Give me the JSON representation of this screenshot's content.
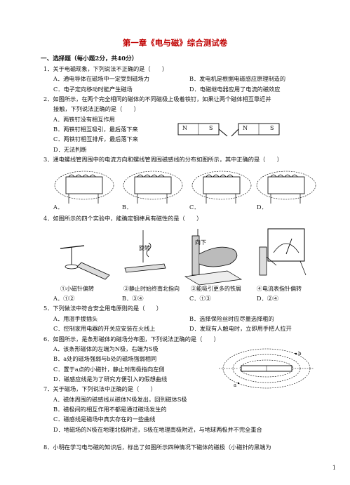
{
  "title": "第一章《电与磁》综合测试卷",
  "section1": "一、选择题（每小题2分，共40分）",
  "q1": {
    "stem": "1．关于电磁现象，下列说法不正确的是（　　）",
    "A": "A．通电导体在磁场中一定受到磁场力",
    "B": "B．发电机是根据电磁感应原理制造的",
    "C": "C．电子定向移动时能产生磁场",
    "D": "D．电磁继电器应用了电流的磁效应"
  },
  "q2": {
    "stem1": "2．如图所示，在两个完全相同的磁体的不同磁极上吸着铁钉，如果让两个磁体相互靠近并",
    "stem2": "接触，下列说法正确的是（　　）",
    "A": "A．两铁钉没有相互作用",
    "B": "B．两铁钉相互吸引，最后落下来",
    "C": "C．两铁钉相互排斥，最后落下来",
    "D": "D．无法判断",
    "magnet1_n": "N",
    "magnet1_s": "S",
    "magnet2_n": "N",
    "magnet2_s": "S"
  },
  "q3": {
    "stem": "3．通电螺线管周围中的电流方向和螺线管周围磁感线的分布如图所示，其中正确的是（　　）",
    "A": "A．",
    "B": "B．",
    "C": "C．",
    "D": "D．"
  },
  "q4": {
    "stem": "4．如图所示的四个实验中，能确定钢棒具有磁性的是（　　）",
    "A": "A．①②",
    "B": "B．③④",
    "C": "C．①③",
    "D": "D．②④",
    "cap1": "①小磁针偏转",
    "cap2": "②静止时始终南北指向",
    "cap3": "③能吸引更多的铁屑",
    "cap4": "④电流表指针偏转",
    "label_spin": "旋转",
    "label_dir": "向下"
  },
  "q5": {
    "stem": "5．下列做法中符合安全用电原则的是（　　）",
    "A": "A．用湿手拔插头",
    "B": "B．选择保险丝时应尽量选择粗的",
    "C": "C．控制家用电器的开关应安装在火线上",
    "D": "D．发现有人触电时，立即用手把人拉开"
  },
  "q6": {
    "stem": "6．如图所示，是条形磁体的磁场分布图，下列说法正确的是（　　）",
    "A": "A．该条形磁体的左端为N极，右端为S极",
    "B": "B．a处的磁场强弱与b处的磁场强弱相同",
    "C": "C．置于a点的小磁针，静止时南极指向左侧",
    "D": "D．磁感应线是为了研究方便引入的假想曲线",
    "point_a": "a",
    "point_b": "b"
  },
  "q7": {
    "stem": "7．关于磁场，下列说法中正确的是（　　）",
    "A": "A．磁体周围的磁感线从磁体N极发出，回到磁体S极",
    "B": "B．磁极间的相互作用不都是通过磁场发生的",
    "C": "C．磁感线是磁场中真实存在的一些曲线",
    "D": "D．地磁场的N极在地理北极附近，S极在地理南极附近，与地球两极并不完全重合"
  },
  "q8": {
    "stem": "8．小明在学习电与磁的知识后，标出了如图所示四种情况下磁体的磁极（小磁针的黑端为"
  },
  "page_number": "1"
}
